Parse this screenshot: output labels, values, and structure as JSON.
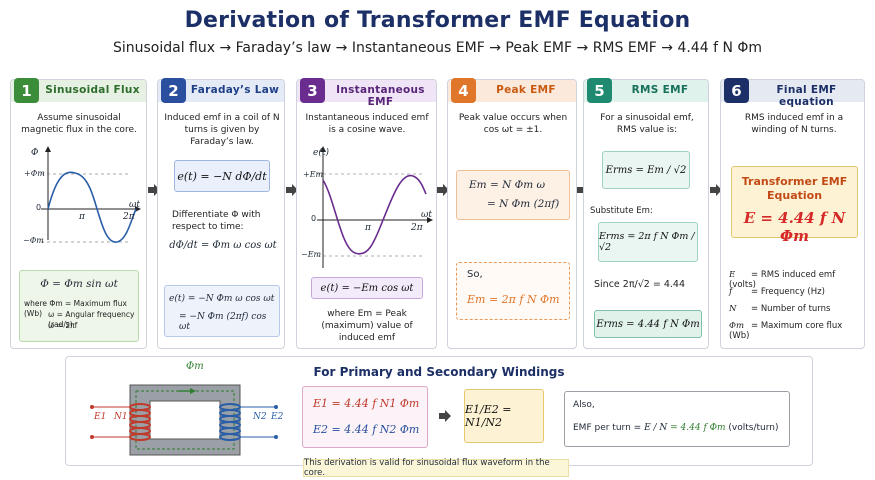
{
  "header": {
    "title": "Derivation of Transformer EMF Equation",
    "subtitle": "Sinusoidal flux → Faraday’s law → Instantaneous EMF → Peak EMF → RMS EMF → 4.44 f N Φm"
  },
  "colors": {
    "green": "#3c8d3a",
    "blue": "#2a4f9e",
    "purple": "#6a2c8e",
    "orange": "#e0762a",
    "teal": "#1f8a70",
    "navy": "#1c2f66",
    "red": "#d62828"
  },
  "steps": [
    {
      "number": "1",
      "title": "Sinusoidal Flux",
      "intro": "Assume sinusoidal magnetic flux in the core.",
      "graph": {
        "y_label": "Φ",
        "x_label": "ωt",
        "ticks_y": [
          "+Φm",
          "0",
          "−Φm"
        ],
        "ticks_x": [
          "π",
          "2π"
        ]
      },
      "formula": "Φ = Φm sin ωt",
      "where": [
        "where Φm = Maximum flux (Wb)",
        "ω = Angular frequency (rad/s)",
        "ω = 2πf"
      ]
    },
    {
      "number": "2",
      "title": "Faraday’s Law",
      "intro": "Induced emf in a coil of N turns is given by Faraday’s law.",
      "formula_main": "e(t) = −N dΦ/dt",
      "differentiate": "Differentiate Φ with respect to time:",
      "derivative": "dΦ/dt = Φm ω cos ωt",
      "result_1": "e(t) = −N Φm ω cos ωt",
      "result_2": "= −N Φm (2πf) cos ωt"
    },
    {
      "number": "3",
      "title": "Instantaneous EMF",
      "intro": "Instantaneous induced emf is a cosine wave.",
      "graph": {
        "y_label": "e(t)",
        "x_label": "ωt",
        "ticks_y": [
          "+Em",
          "0",
          "−Em"
        ],
        "ticks_x": [
          "π",
          "2π"
        ]
      },
      "formula": "e(t) = −Em cos ωt",
      "where": "where Em = Peak (maximum) value of induced emf"
    },
    {
      "number": "4",
      "title": "Peak EMF",
      "intro": "Peak value occurs when cos ωt = ±1.",
      "formula_1": "Em = N Φm ω",
      "formula_2": "= N Φm (2πf)",
      "so": "So,",
      "result": "Em = 2π f N Φm"
    },
    {
      "number": "5",
      "title": "RMS EMF",
      "intro": "For a sinusoidal emf, RMS value is:",
      "formula_1": "Erms = Em / √2",
      "substitute": "Substitute Em:",
      "formula_2": "Erms = 2π f N Φm / √2",
      "since": "Since  2π/√2 = 4.44",
      "result": "Erms = 4.44 f N Φm"
    },
    {
      "number": "6",
      "title": "Final EMF equation",
      "intro": "RMS induced emf in a winding of N turns.",
      "box_title": "Transformer EMF Equation",
      "box_formula": "E = 4.44 f N Φm",
      "legend": [
        {
          "sym": "E",
          "desc": "= RMS induced emf (volts)"
        },
        {
          "sym": "f",
          "desc": "= Frequency (Hz)"
        },
        {
          "sym": "N",
          "desc": "= Number of turns"
        },
        {
          "sym": "Φm",
          "desc": "= Maximum core flux (Wb)"
        }
      ]
    }
  ],
  "bottom": {
    "title": "For Primary and Secondary Windings",
    "flux_label": "Φm",
    "e1": "E1",
    "n1": "N1",
    "n2": "N2",
    "e2": "E2",
    "eq_primary": "E1 = 4.44 f N1 Φm",
    "eq_secondary": "E2 = 4.44 f N2 Φm",
    "ratio": "E1/E2 = N1/N2",
    "also": "Also,",
    "emf_per_turn_label": "EMF per turn =",
    "emf_per_turn_value": "E / N",
    "emf_per_turn_result": "= 4.44 f Φm",
    "units": "(volts/turn)",
    "footnote": "This derivation is valid for sinusoidal flux waveform in the core."
  }
}
